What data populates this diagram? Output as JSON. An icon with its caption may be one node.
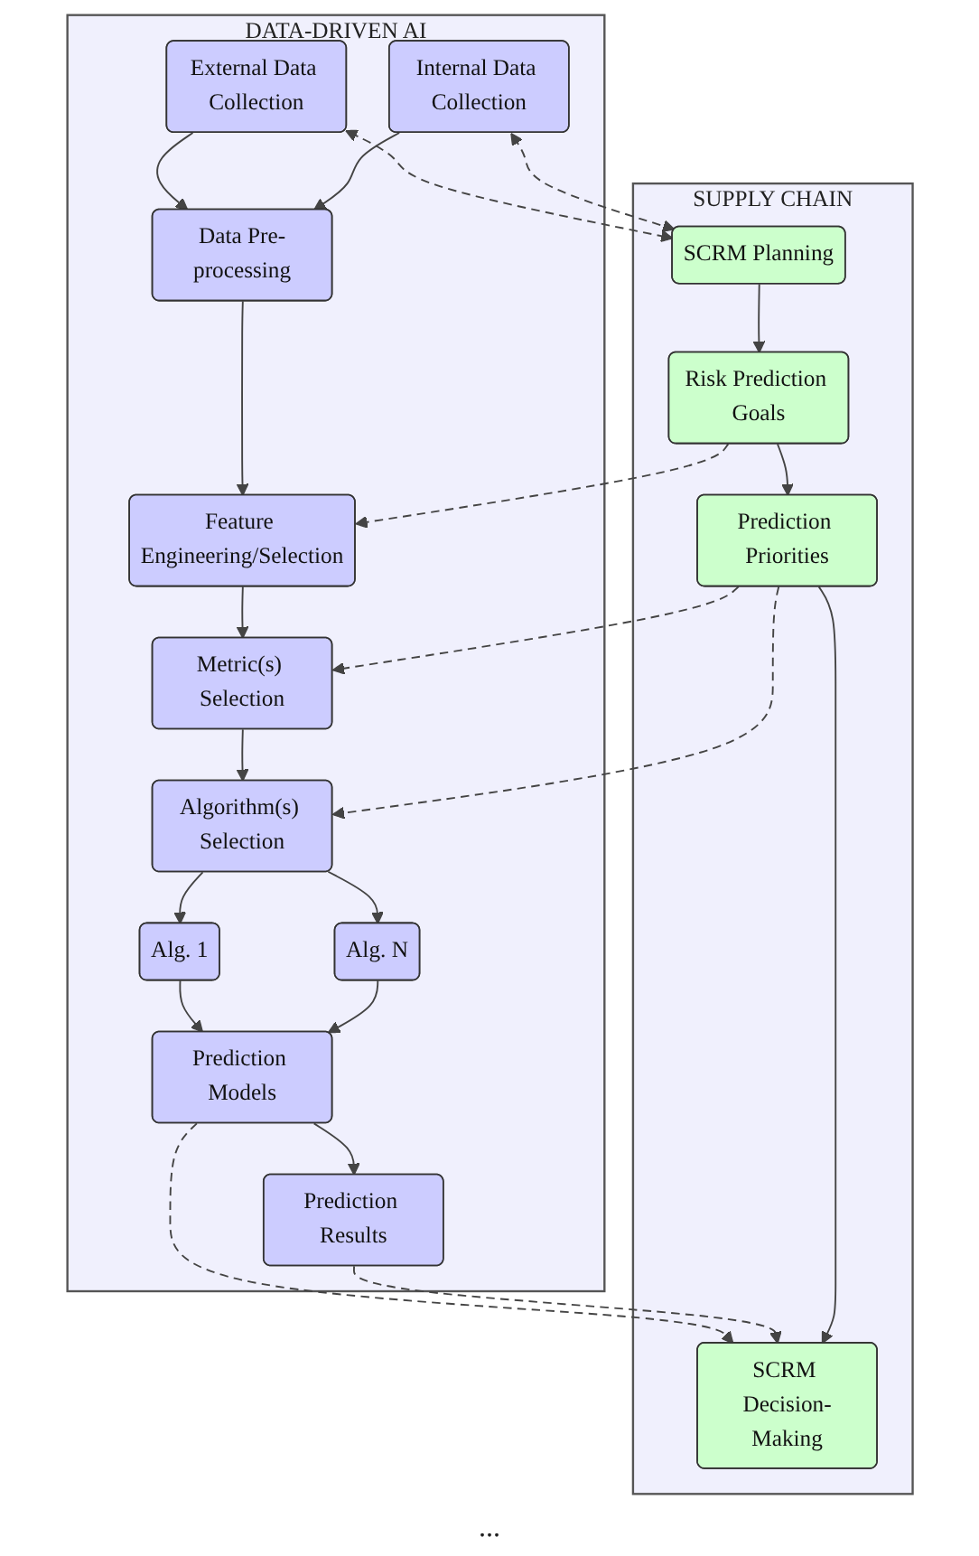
{
  "diagram": {
    "nodes": [
      {
        "text": [
          "DATA-DRIVEN AI"
        ]
      },
      {
        "text": [
          "External Data Collection"
        ],
        "in": 0
      },
      {
        "text": [
          "Internal Data Collection"
        ],
        "in": 0
      },
      {
        "text": [
          "Data Pre-processing"
        ],
        "in": 0
      },
      {
        "text": [
          "Feature Engineering/Selection"
        ],
        "in": 0
      },
      {
        "text": [
          "Metric(s) Selection"
        ],
        "in": 0
      },
      {
        "text": [
          "Algorithm(s) Selection"
        ],
        "in": 0
      },
      {
        "text": [
          "Alg. 1"
        ],
        "in": 0
      },
      {
        "text": [
          "Alg. N"
        ],
        "in": 0
      },
      {
        "text": [
          "Prediction Models"
        ],
        "in": 0
      },
      {
        "text": [
          "Prediction Results"
        ],
        "in": 0
      },
      {
        "text": [
          "SUPPLY CHAIN"
        ]
      },
      {
        "text": [
          "SCRM Planning"
        ],
        "in": 11
      },
      {
        "text": [
          "Risk Prediction Goals"
        ],
        "in": 11
      },
      {
        "text": [
          "Prediction Priorities"
        ],
        "in": 11
      },
      {
        "text": [
          "SCRM Decision-Making"
        ],
        "in": 11
      }
    ],
    "edges": [
      {
        "from": 1,
        "to": 12,
        "arrow": "both",
        "style": "dashed"
      },
      {
        "from": 2,
        "to": 12,
        "arrow": "both",
        "style": "dashed"
      },
      {
        "from": 1,
        "to": 3,
        "arrow": "to"
      },
      {
        "from": 2,
        "to": 3,
        "arrow": "to"
      },
      {
        "from": 3,
        "to": 4,
        "arrow": "to"
      },
      {
        "from": 13,
        "to": 4,
        "arrow": "to",
        "style": "dashed"
      },
      {
        "from": 4,
        "to": 5,
        "arrow": "to"
      },
      {
        "from": 5,
        "to": 6,
        "arrow": "to"
      },
      {
        "from": 14,
        "to": 5,
        "arrow": "to",
        "style": "dashed"
      },
      {
        "from": 14,
        "to": 6,
        "arrow": "to",
        "style": "dashed"
      },
      {
        "from": 6,
        "to": 7,
        "arrow": "to"
      },
      {
        "from": 6,
        "to": 8,
        "arrow": "to"
      },
      {
        "from": 7,
        "to": 9,
        "arrow": "to"
      },
      {
        "from": 8,
        "to": 9,
        "arrow": "to"
      },
      {
        "from": 9,
        "to": 10,
        "arrow": "to"
      },
      {
        "from": 9,
        "to": 15,
        "arrow": "to",
        "style": "dashed"
      },
      {
        "from": 10,
        "to": 15,
        "arrow": "to",
        "style": "dashed"
      },
      {
        "from": 12,
        "to": 13,
        "arrow": "to"
      },
      {
        "from": 13,
        "to": 14,
        "arrow": "to"
      },
      {
        "from": 14,
        "to": 15,
        "arrow": "to"
      }
    ],
    "labels": [
      "..."
    ]
  }
}
